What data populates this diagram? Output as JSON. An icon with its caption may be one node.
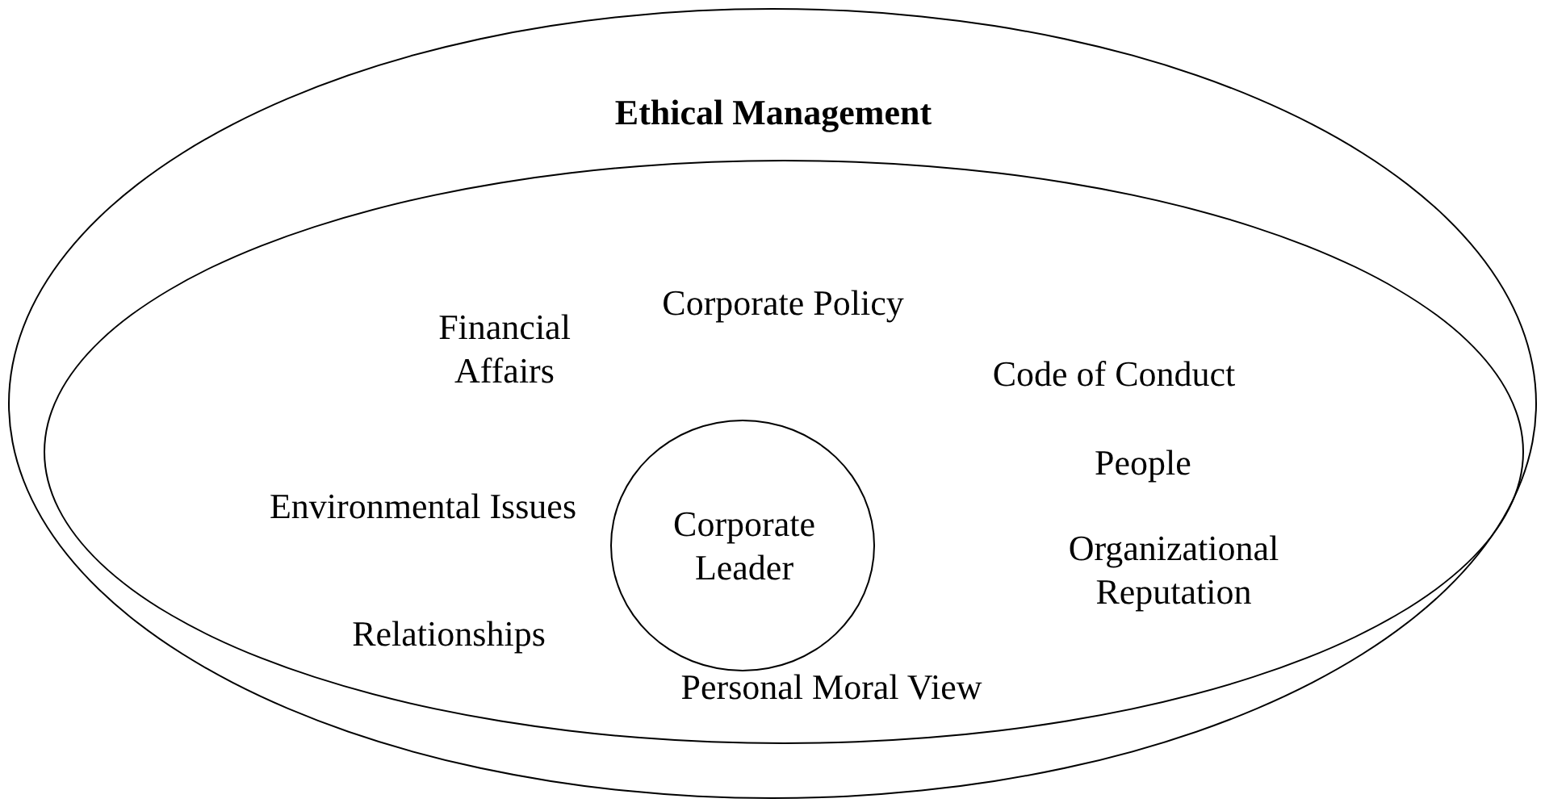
{
  "diagram": {
    "nodes": [
      {
        "text": [
          "Ethical Management"
        ]
      },
      {
        "text": [],
        "shape": "ellipse",
        "in": 0
      },
      {
        "text": [
          "Corporate Leader"
        ],
        "in": 1
      }
    ],
    "labels": [
      "Corporate Policy",
      "Financial Affairs",
      "Code of Conduct",
      "People",
      "Environmental Issues",
      "Organizational Reputation",
      "Relationships",
      "Personal Moral View"
    ]
  }
}
